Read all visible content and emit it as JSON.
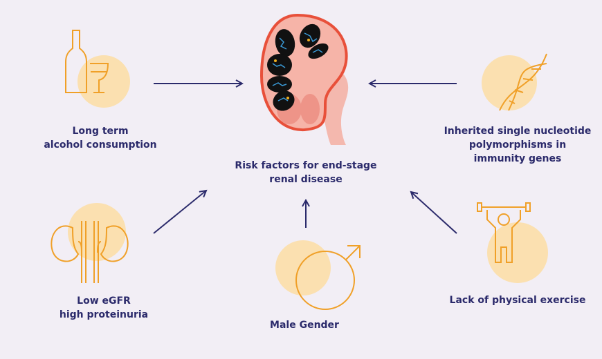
{
  "center": {
    "title_line1": "Risk factors for end-stage",
    "title_line2": "renal disease"
  },
  "factors": [
    {
      "line1": "Long term",
      "line2": "alcohol consumption",
      "icon": "wine-bottle-glass-icon"
    },
    {
      "line1": "Inherited single nucleotide",
      "line2": "polymorphisms in",
      "line3": "immunity genes",
      "icon": "dna-icon"
    },
    {
      "line1": "Low eGFR",
      "line2": "high proteinuria",
      "icon": "kidneys-icon"
    },
    {
      "line1": "Male Gender",
      "icon": "male-symbol-icon"
    },
    {
      "line1": "Lack of physical exercise",
      "icon": "exercise-icon"
    }
  ],
  "colors": {
    "background": "#f2eef5",
    "text": "#2b2a6b",
    "icon": "#f0a028",
    "circle": "#fbe0b0",
    "arrow": "#2b2a6b"
  }
}
